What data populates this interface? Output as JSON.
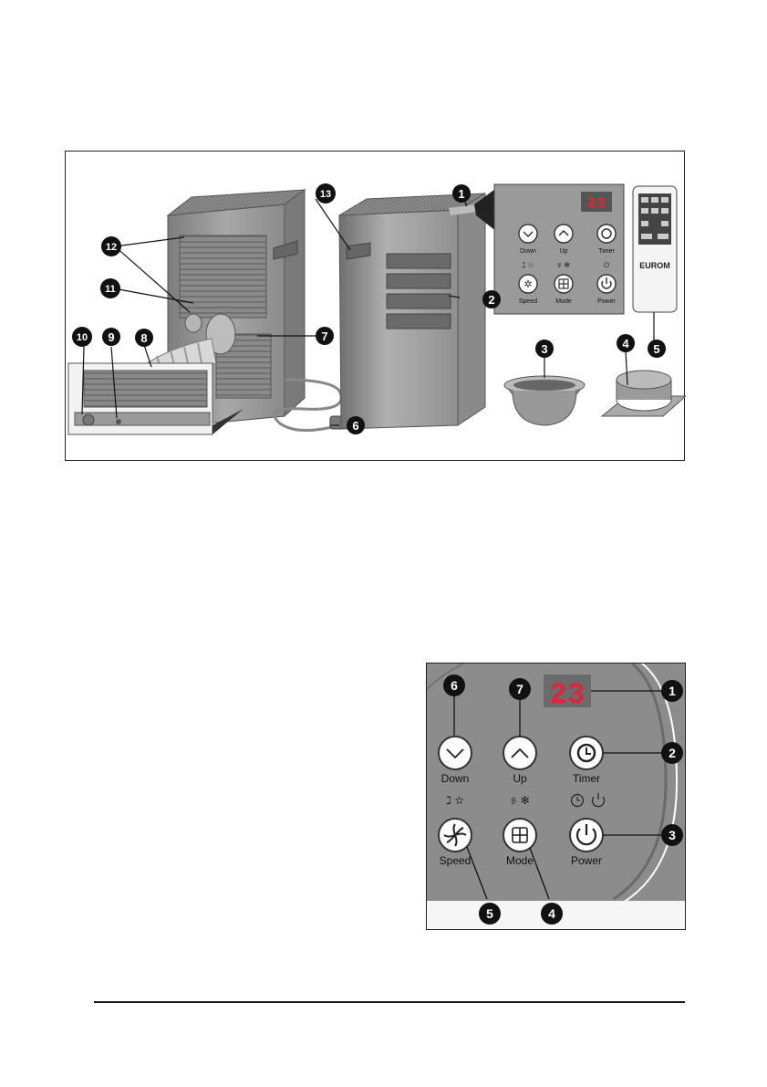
{
  "overview": {
    "callouts": [
      "1",
      "2",
      "3",
      "4",
      "5",
      "6",
      "7",
      "8",
      "9",
      "10",
      "11",
      "12",
      "13"
    ],
    "panel_display": "23",
    "panel_buttons": {
      "down": "Down",
      "up": "Up",
      "timer": "Timer",
      "speed": "Speed",
      "mode": "Mode",
      "power": "Power"
    },
    "remote_brand": "EUROM"
  },
  "control_panel": {
    "display": "23",
    "buttons": {
      "down": "Down",
      "up": "Up",
      "timer": "Timer",
      "speed": "Speed",
      "mode": "Mode",
      "power": "Power"
    },
    "callouts": [
      "1",
      "2",
      "3",
      "4",
      "5",
      "6",
      "7"
    ]
  },
  "colors": {
    "panel_bg": "#8c8c8c",
    "unit_body": "#9a9a9a",
    "callout": "#111111",
    "display_red": "#e0243a"
  }
}
